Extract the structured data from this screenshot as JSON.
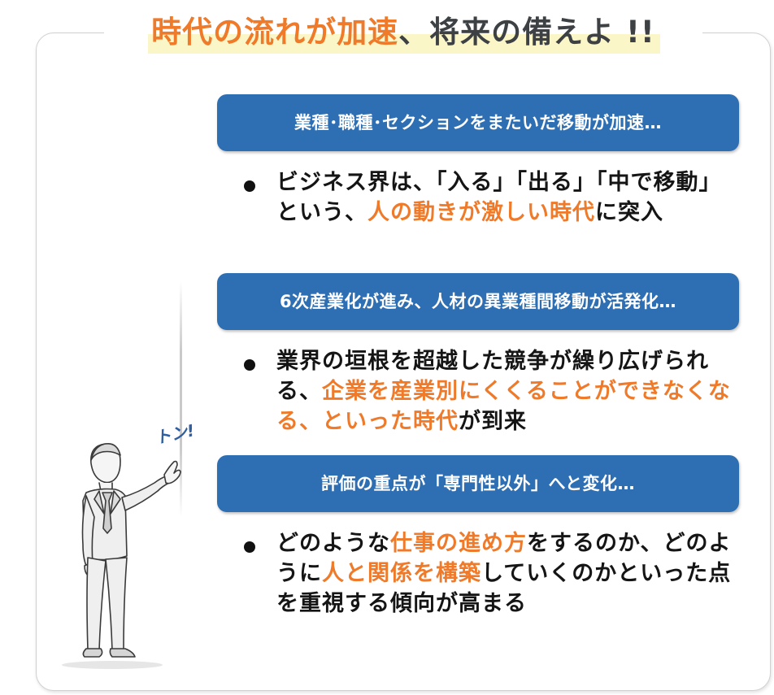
{
  "title": {
    "part1": "時代の流れが加速",
    "part2": "、将来の備えよ !!"
  },
  "illustration": {
    "knock_text": "トン!"
  },
  "sections": [
    {
      "header": "業種･職種･セクションをまたいだ移動が加速…",
      "text": [
        {
          "t": "ビジネス界は、「入る」「出る」「中で移動」という、",
          "hl": false
        },
        {
          "t": "人の動きが激しい時代",
          "hl": true
        },
        {
          "t": "に突入",
          "hl": false
        }
      ]
    },
    {
      "header": "6次産業化が進み、人材の異業種間移動が活発化…",
      "text": [
        {
          "t": "業界の垣根を超越した競争が繰り広げられる、",
          "hl": false
        },
        {
          "t": "企業を産業別にくくることができなくなる、といった時代",
          "hl": true
        },
        {
          "t": "が到来",
          "hl": false
        }
      ]
    },
    {
      "header": "評価の重点が「専門性以外」へと変化…",
      "text": [
        {
          "t": "どのような",
          "hl": false
        },
        {
          "t": "仕事の進め方",
          "hl": true
        },
        {
          "t": "をするのか、どのように",
          "hl": false
        },
        {
          "t": "人と関係を構築",
          "hl": true
        },
        {
          "t": "していくのかといった点を重視する傾向が高まる",
          "hl": false
        }
      ]
    }
  ]
}
